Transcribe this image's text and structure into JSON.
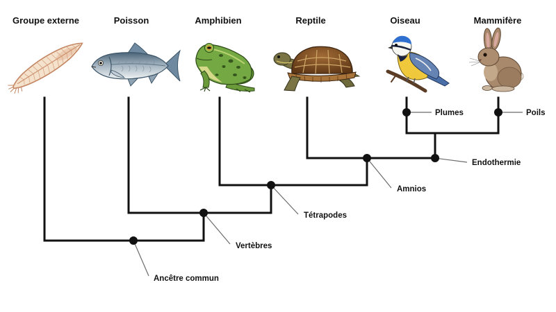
{
  "taxa": [
    {
      "label": "Groupe externe",
      "icon": "lancelet-icon"
    },
    {
      "label": "Poisson",
      "icon": "fish-icon"
    },
    {
      "label": "Amphibien",
      "icon": "frog-icon"
    },
    {
      "label": "Reptile",
      "icon": "turtle-icon"
    },
    {
      "label": "Oiseau",
      "icon": "bird-icon"
    },
    {
      "label": "Mammifère",
      "icon": "rabbit-icon"
    }
  ],
  "characters": {
    "common_ancestor": "Ancêtre commun",
    "vertebrae": "Vertèbres",
    "tetrapods": "Tétrapodes",
    "amnion": "Amnios",
    "endothermy": "Endothermie",
    "feathers": "Plumes",
    "hair": "Poils"
  },
  "colors": {
    "branch": "#111111",
    "leader": "#6b6b6b",
    "text": "#111111",
    "background": "#ffffff"
  }
}
